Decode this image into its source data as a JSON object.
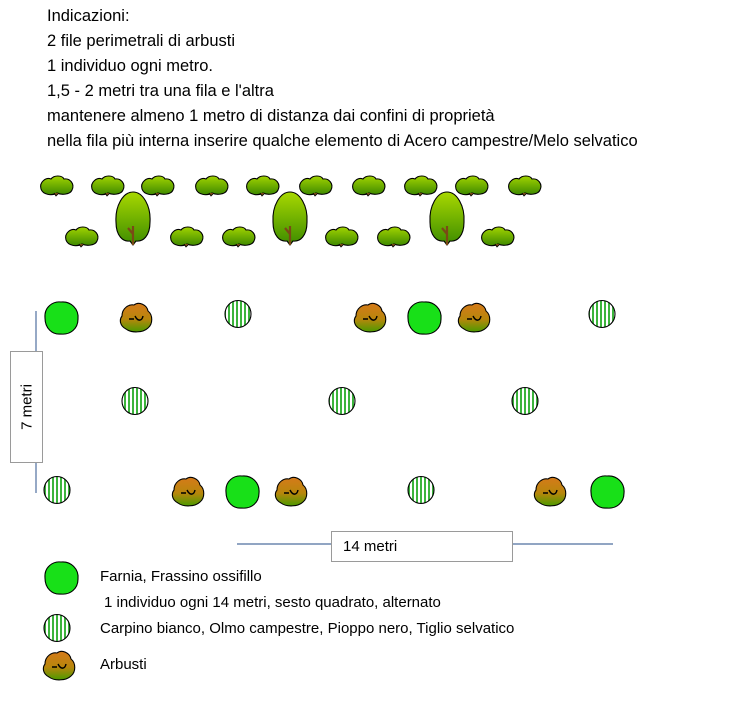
{
  "notes": {
    "heading": "Indicazioni:",
    "lines": [
      "2 file perimetrali di arbusti",
      "1 individuo ogni metro.",
      "1,5 - 2 metri tra una fila e l'altra",
      "mantenere almeno 1 metro di distanza dai confini di proprietà",
      "nella fila più interna inserire qualche elemento di Acero campestre/Melo selvatico"
    ]
  },
  "dimensions": {
    "vertical": "7 metri",
    "horizontal": "14 metri"
  },
  "legend": {
    "farnia_label": "Farnia, Frassino ossifillo",
    "farnia_note": "1 individuo ogni 14 metri, sesto quadrato, alternato",
    "carpino_label": "Carpino bianco, Olmo campestre, Pioppo nero, Tiglio selvatico",
    "arbusti_label": "Arbusti"
  },
  "colors": {
    "shrub_green": "#7fc400",
    "farnia_green": "#18e018",
    "arbusti_orange": "#d57a1a",
    "stripe_green": "#3cb43c",
    "dim_line": "#4f6f9f"
  }
}
